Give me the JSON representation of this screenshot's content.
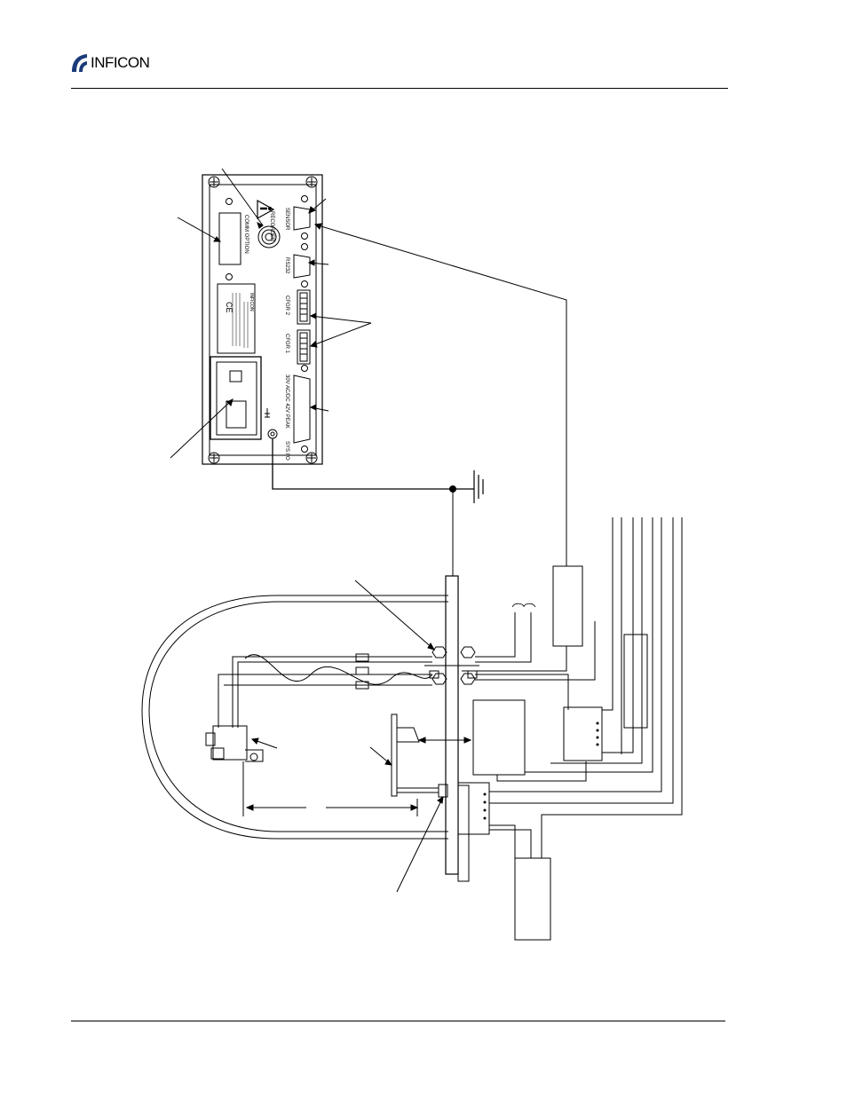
{
  "header": {
    "brand": "INFICON"
  },
  "panel": {
    "comm_option": "COMM OPTION",
    "recorder": "RECORDER",
    "sensor": "SENSOR",
    "rs232": "RS232",
    "cfgr2": "CFGR 2",
    "cfgr1": "CFGR 1",
    "sys_io": "SYS I/O",
    "sys_io_rating": "30V AC/DC 42V PEAK",
    "panel_logo": "INFICON"
  }
}
